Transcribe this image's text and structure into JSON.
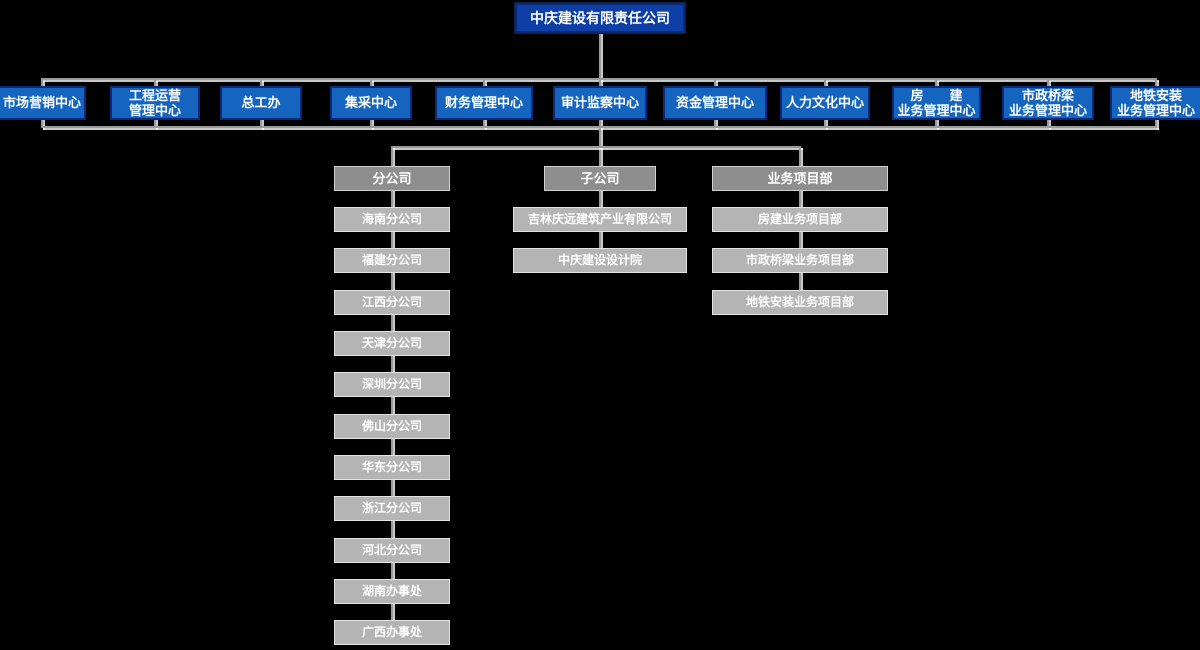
{
  "colors": {
    "background": "#000000",
    "root_blue": "#0d3fa6",
    "department_blue": "#1565c0",
    "group_header_gray": "#8e8e8e",
    "group_item_gray": "#b4b4b4",
    "connector_gray": "#9a9a9a",
    "box_text": "#ffffff"
  },
  "org": {
    "root": "中庆建设有限责任公司",
    "departments": [
      "市场营销中心",
      "工程运营\n管理中心",
      "总工办",
      "集采中心",
      "财务管理中心",
      "审计监察中心",
      "资金管理中心",
      "人力文化中心",
      "房　　建\n业务管理中心",
      "市政桥梁\n业务管理中心",
      "地铁安装\n业务管理中心"
    ],
    "groups": [
      {
        "header": "分公司",
        "items": [
          "海南分公司",
          "福建分公司",
          "江西分公司",
          "天津分公司",
          "深圳分公司",
          "佛山分公司",
          "华东分公司",
          "浙江分公司",
          "河北分公司",
          "湖南办事处",
          "广西办事处"
        ]
      },
      {
        "header": "子公司",
        "items": [
          "吉林庆远建筑产业有限公司",
          "中庆建设设计院"
        ]
      },
      {
        "header": "业务项目部",
        "items": [
          "房建业务项目部",
          "市政桥梁业务项目部",
          "地铁安装业务项目部"
        ]
      }
    ]
  }
}
